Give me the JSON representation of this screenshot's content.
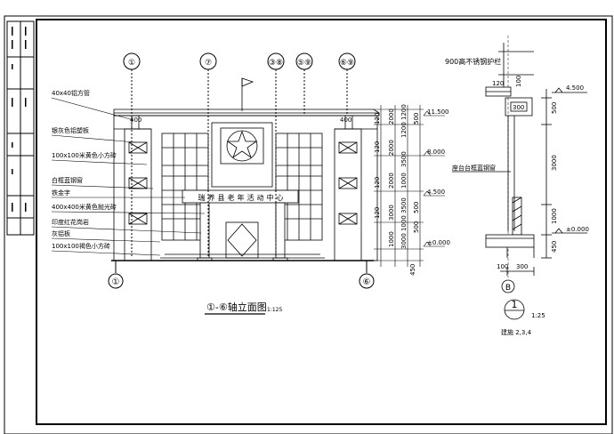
{
  "elevation": {
    "axes_top": [
      "①",
      "⑦",
      "③\n⑧",
      "⑤\n⑨",
      "⑥\n⑨"
    ],
    "axes_bottom": [
      "①",
      "⑥"
    ],
    "sign_text": "瑞养县老年活动中心",
    "callouts": [
      "40x40铝方管",
      "银灰色铝塑板",
      "100x100米黄色小方砖",
      "白框蓝钢窗",
      "铁金字",
      "400x400米黄色抛光砖",
      "印度红花岗岩",
      "灰铝板",
      "100x100褐色小方砖"
    ],
    "levels": [
      "11.500",
      "8.000",
      "4.500",
      "±0.000"
    ],
    "dims_right_1": [
      "1200",
      "1200",
      "3500",
      "1000",
      "3500",
      "1000",
      "3000",
      "450"
    ],
    "dims_right_2": [
      "2000",
      "2000",
      "2000",
      "3000",
      "1000"
    ],
    "dims_right_3": [
      "500",
      "500",
      "500"
    ],
    "dims_right_4": [
      "120",
      "120",
      "120",
      "120"
    ],
    "parapet_dims": [
      "400",
      "400"
    ],
    "title": "①-⑥轴立面图",
    "scale": "1:125"
  },
  "section": {
    "top_note": "900高不锈钢护栏",
    "dim_top": [
      "120",
      "100"
    ],
    "frame_label": "300",
    "dims_right": [
      "500",
      "3000",
      "1000",
      "450"
    ],
    "levels": [
      "4.500",
      "±0.000"
    ],
    "window_note": "座台台框蓝钢窗",
    "dims_bottom": [
      "100",
      "300"
    ],
    "axis": "B",
    "detail_no": "1",
    "detail_scale": "1:25",
    "detail_ref": "建施 2,3,4"
  }
}
